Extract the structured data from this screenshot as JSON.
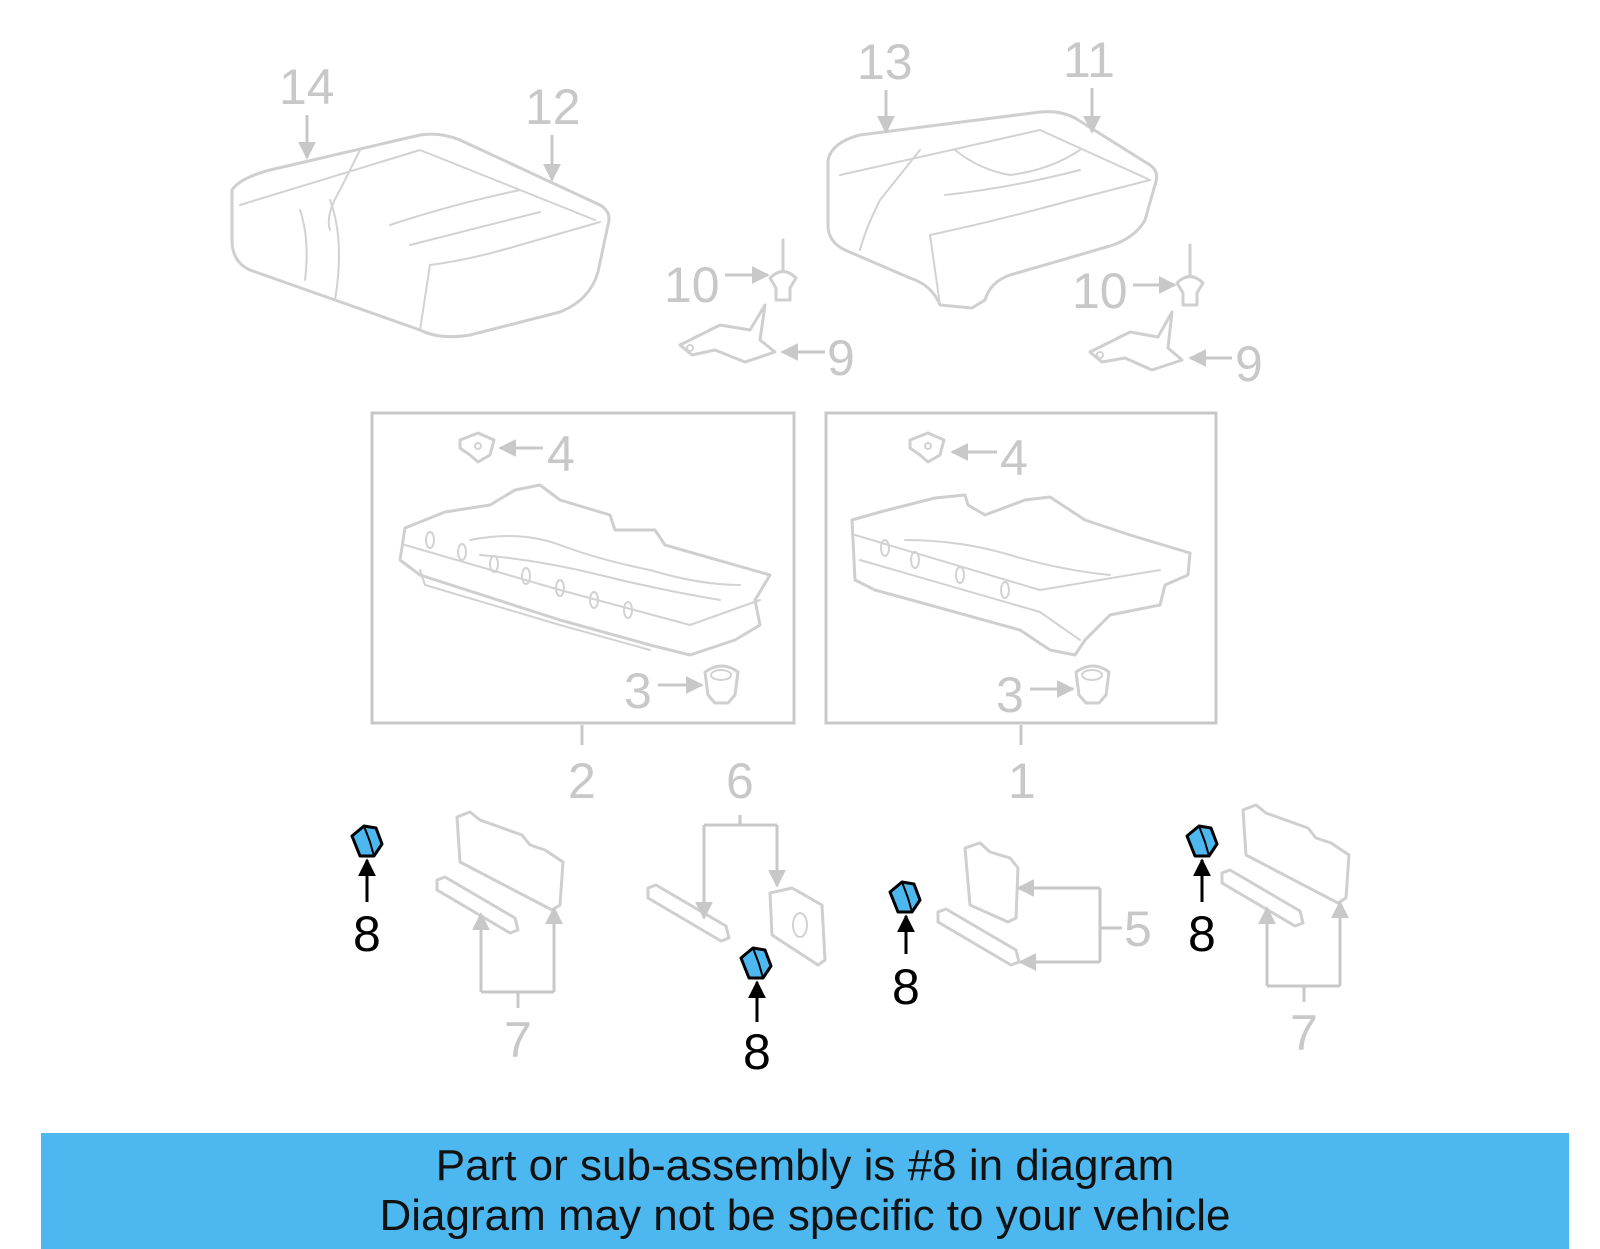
{
  "diagram": {
    "highlight_color": "#4db8f0",
    "highlighted_part": "8",
    "callouts": {
      "c14": "14",
      "c12": "12",
      "c13": "13",
      "c11": "11",
      "c10a": "10",
      "c10b": "10",
      "c9a": "9",
      "c9b": "9",
      "c4a": "4",
      "c4b": "4",
      "c3a": "3",
      "c3b": "3",
      "c2": "2",
      "c1": "1",
      "c6": "6",
      "c5": "5",
      "c7a": "7",
      "c7b": "7",
      "c8a": "8",
      "c8b": "8",
      "c8c": "8",
      "c8d": "8"
    }
  },
  "banner": {
    "background": "#4db8f0",
    "line1": "Part or sub-assembly is #8 in diagram",
    "line2": "Diagram may not be specific to your vehicle"
  }
}
